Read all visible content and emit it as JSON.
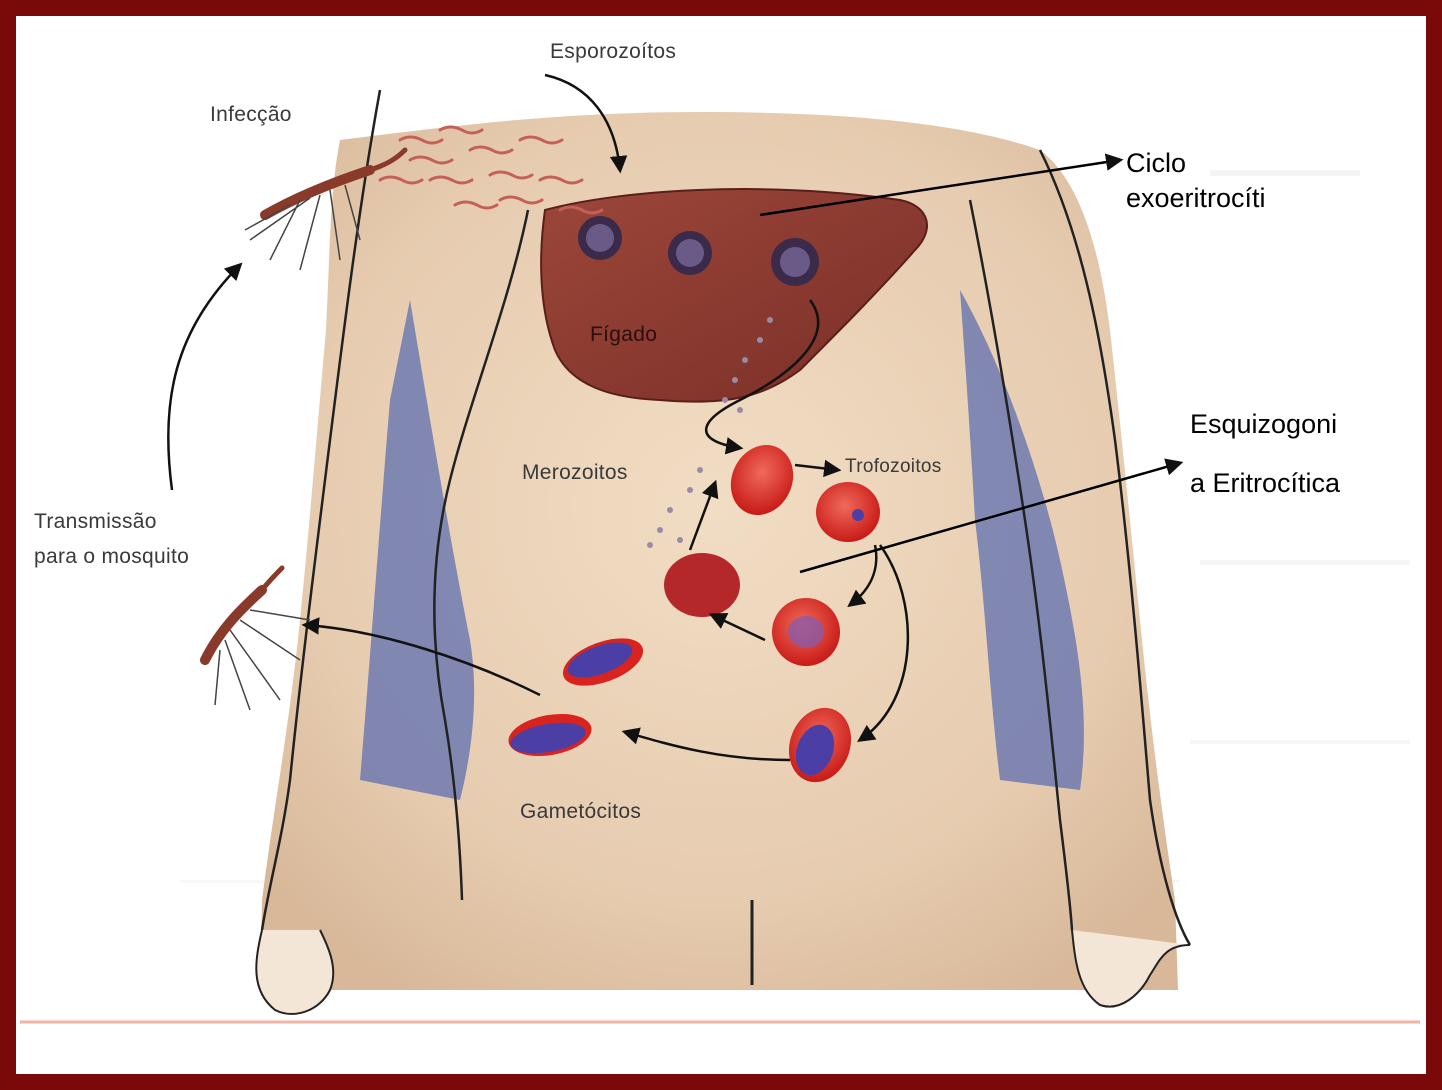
{
  "diagram": {
    "labels": {
      "sporozoites": "Esporozoítos",
      "infection": "Infecção",
      "liver": "Fígado",
      "merozoites": "Merozoitos",
      "trophozoites": "Trofozoitos",
      "transmission_line1": "Transmissão",
      "transmission_line2": "para o mosquito",
      "gametocytes": "Gametócitos"
    },
    "annotations": {
      "exo_line1": "Ciclo",
      "exo_line2": "exoeritrocíti",
      "eritro_line1": "Esquizogoni",
      "eritro_line2": "a Eritrocítica"
    },
    "colors": {
      "frame": "#7a0a0a",
      "skin": "#ead3b8",
      "liver": "#8b3a30",
      "red_cell": "#d8231f",
      "gametocyte": "#4b3fa6",
      "shadow": "#5e6fb0"
    }
  }
}
